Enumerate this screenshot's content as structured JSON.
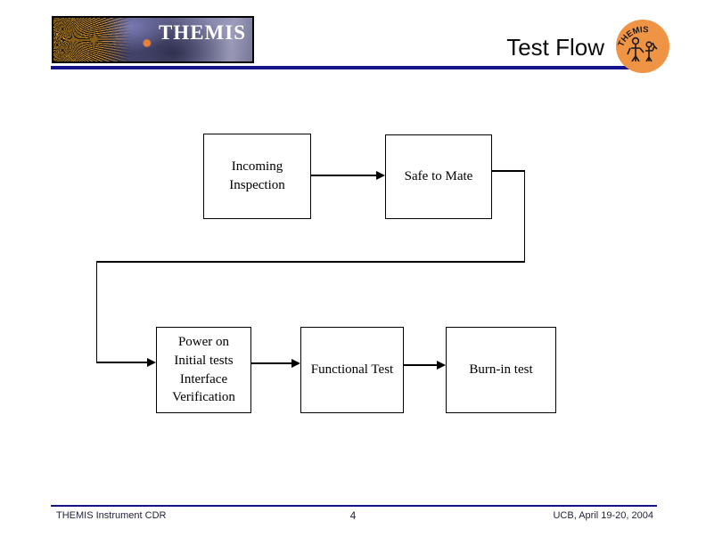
{
  "header": {
    "banner_title": "THEMIS",
    "slide_title": "Test Flow",
    "logo_text": "THEMIS"
  },
  "flowchart": {
    "boxes": [
      {
        "id": "incoming-inspection",
        "label": "Incoming\nInspection"
      },
      {
        "id": "safe-to-mate",
        "label": "Safe to Mate"
      },
      {
        "id": "power-on-initial-tests",
        "label": "Power on\nInitial tests\nInterface\nVerification"
      },
      {
        "id": "functional-test",
        "label": "Functional Test"
      },
      {
        "id": "burn-in-test",
        "label": "Burn-in test"
      }
    ],
    "arrows": [
      {
        "from": "incoming-inspection",
        "to": "safe-to-mate"
      },
      {
        "from": "safe-to-mate",
        "to": "power-on-initial-tests",
        "style": "elbow-loop"
      },
      {
        "from": "power-on-initial-tests",
        "to": "functional-test"
      },
      {
        "from": "functional-test",
        "to": "burn-in-test"
      }
    ]
  },
  "footer": {
    "left": "THEMIS Instrument CDR",
    "page_number": "4",
    "right": "UCB, April 19-20, 2004"
  },
  "colors": {
    "rule_navy": "#14148C",
    "logo_orange": "#EF9445",
    "box_border": "#000000",
    "title_text": "#0d0d0d",
    "footer_text": "#23233f"
  }
}
